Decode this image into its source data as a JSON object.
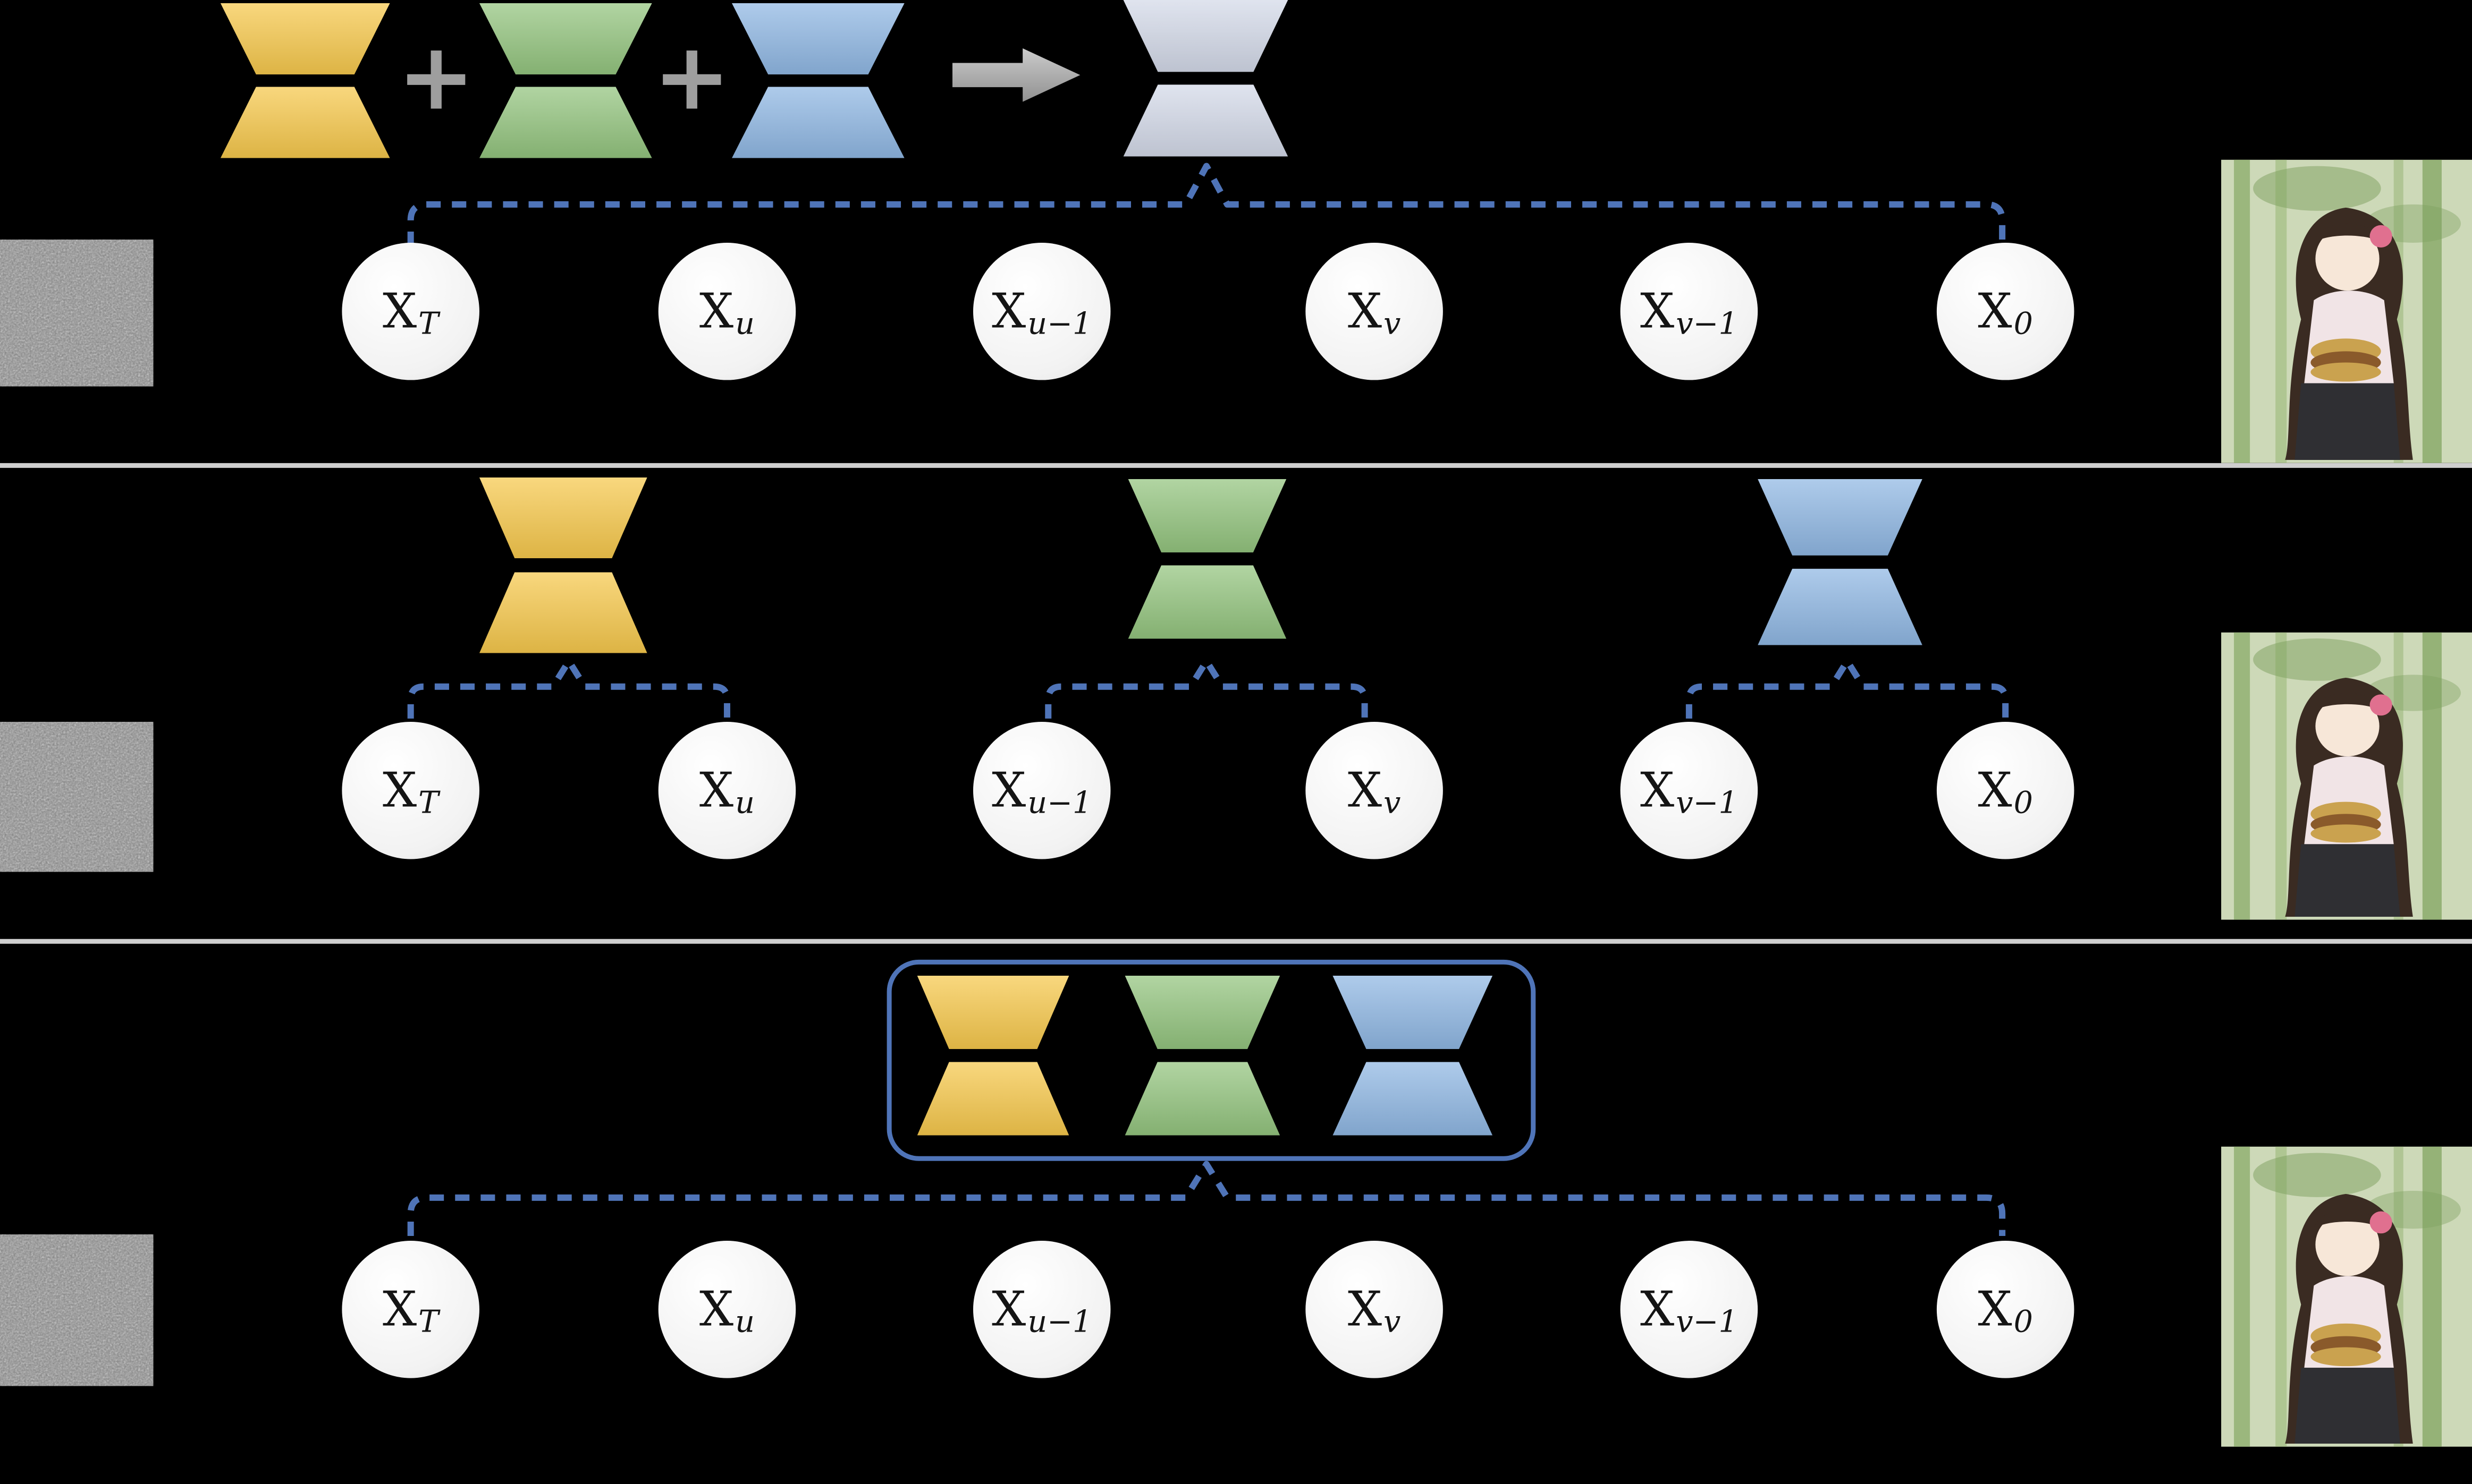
{
  "diagram": {
    "colors": {
      "yellow": "#F6C84C",
      "green": "#93C47E",
      "blue": "#8FB7E3",
      "lavender": "#D3D9E8",
      "connector": "#4F74B8",
      "divider": "#CFCFCF",
      "node_bg": "#F2F2F2",
      "node_text": "#141414",
      "operator": "#9E9E9E"
    },
    "rows": [
      {
        "id": "merged-model",
        "operators": [
          "+",
          "+"
        ],
        "nodes": [
          {
            "base": "X",
            "sub": "T"
          },
          {
            "base": "X",
            "sub": "u"
          },
          {
            "base": "X",
            "sub": "u−1"
          },
          {
            "base": "X",
            "sub": "v"
          },
          {
            "base": "X",
            "sub": "v−1"
          },
          {
            "base": "X",
            "sub": "0"
          }
        ]
      },
      {
        "id": "specialist-models",
        "groups": [
          {
            "color": "yellow",
            "nodes": [
              {
                "base": "X",
                "sub": "T"
              },
              {
                "base": "X",
                "sub": "u"
              }
            ]
          },
          {
            "color": "green",
            "nodes": [
              {
                "base": "X",
                "sub": "u−1"
              },
              {
                "base": "X",
                "sub": "v"
              }
            ]
          },
          {
            "color": "blue",
            "nodes": [
              {
                "base": "X",
                "sub": "v−1"
              },
              {
                "base": "X",
                "sub": "0"
              }
            ]
          }
        ]
      },
      {
        "id": "ensemble-model",
        "nodes": [
          {
            "base": "X",
            "sub": "T"
          },
          {
            "base": "X",
            "sub": "u"
          },
          {
            "base": "X",
            "sub": "u−1"
          },
          {
            "base": "X",
            "sub": "v"
          },
          {
            "base": "X",
            "sub": "v−1"
          },
          {
            "base": "X",
            "sub": "0"
          }
        ]
      }
    ]
  }
}
